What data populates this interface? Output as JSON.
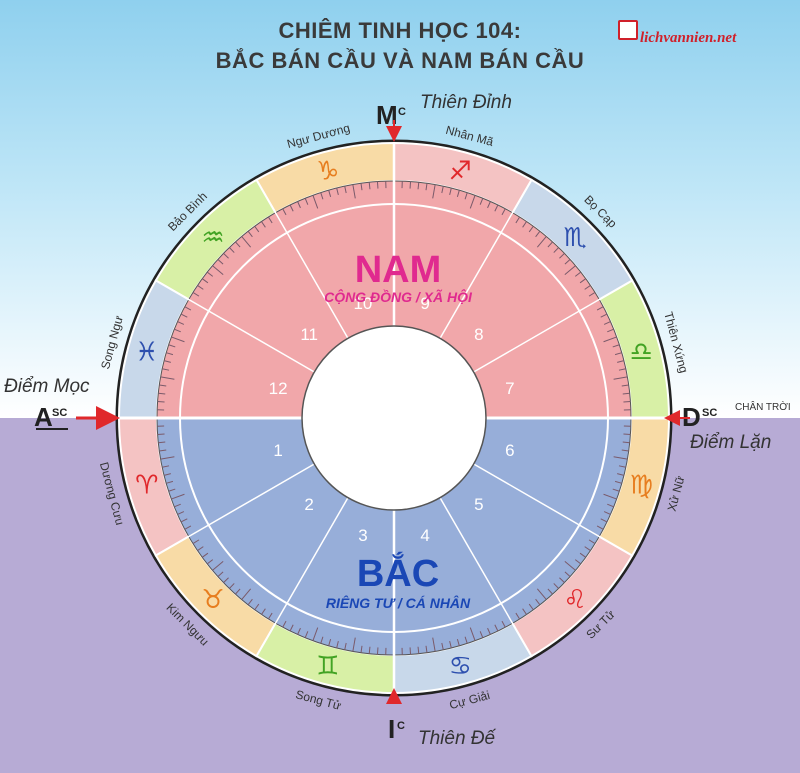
{
  "title_line1": "CHIÊM TINH HỌC 104:",
  "title_line2": "BẮC BÁN CẦU VÀ NAM BÁN CẦU",
  "brand": "lichvannien.net",
  "zenith": "Thiên Đỉnh",
  "nadir": "Thiên Đế",
  "rising_point": "Điểm Mọc",
  "setting_point": "Điểm Lặn",
  "horizon_label": "CHÂN TRỜI",
  "axes": {
    "mc": {
      "main": "M",
      "sup": "C"
    },
    "ic": {
      "main": "I",
      "sup": "C"
    },
    "asc": {
      "main": "A",
      "sup": "SC"
    },
    "dsc": {
      "main": "D",
      "sup": "SC"
    }
  },
  "south": {
    "word": "NAM",
    "sub": "CỘNG ĐỒNG / XÃ HỘI",
    "color": "#e02a8f"
  },
  "north": {
    "word": "BẮC",
    "sub": "RIÊNG TƯ / CÁ NHÂN",
    "color": "#1a47b5"
  },
  "houses": [
    "1",
    "2",
    "3",
    "4",
    "5",
    "6",
    "7",
    "8",
    "9",
    "10",
    "11",
    "12"
  ],
  "signs": [
    {
      "name": "Dương Cưu",
      "glyph": "♈",
      "color": "#f4c3c3",
      "glyph_color": "#e0282b"
    },
    {
      "name": "Kim Ngưu",
      "glyph": "♉",
      "color": "#f8dba6",
      "glyph_color": "#e77d1e"
    },
    {
      "name": "Song Tử",
      "glyph": "♊",
      "color": "#d8f0a6",
      "glyph_color": "#42a324"
    },
    {
      "name": "Cự Giải",
      "glyph": "♋",
      "color": "#c8d8ea",
      "glyph_color": "#2d4fae"
    },
    {
      "name": "Sư Tử",
      "glyph": "♌",
      "color": "#f4c3c3",
      "glyph_color": "#e0282b"
    },
    {
      "name": "Xử Nữ",
      "glyph": "♍",
      "color": "#f8dba6",
      "glyph_color": "#e77d1e"
    },
    {
      "name": "Thiên Xứng",
      "glyph": "♎",
      "color": "#d8f0a6",
      "glyph_color": "#42a324"
    },
    {
      "name": "Bọ Cạp",
      "glyph": "♏",
      "color": "#c8d8ea",
      "glyph_color": "#2d4fae"
    },
    {
      "name": "Nhân Mã",
      "glyph": "♐",
      "color": "#f4c3c3",
      "glyph_color": "#e0282b"
    },
    {
      "name": "Ngư Dương",
      "glyph": "♑",
      "color": "#f8dba6",
      "glyph_color": "#e77d1e"
    },
    {
      "name": "Bảo Bình",
      "glyph": "♒",
      "color": "#d8f0a6",
      "glyph_color": "#42a324"
    },
    {
      "name": "Song Ngư",
      "glyph": "♓",
      "color": "#c8d8ea",
      "glyph_color": "#2d4fae"
    }
  ]
}
